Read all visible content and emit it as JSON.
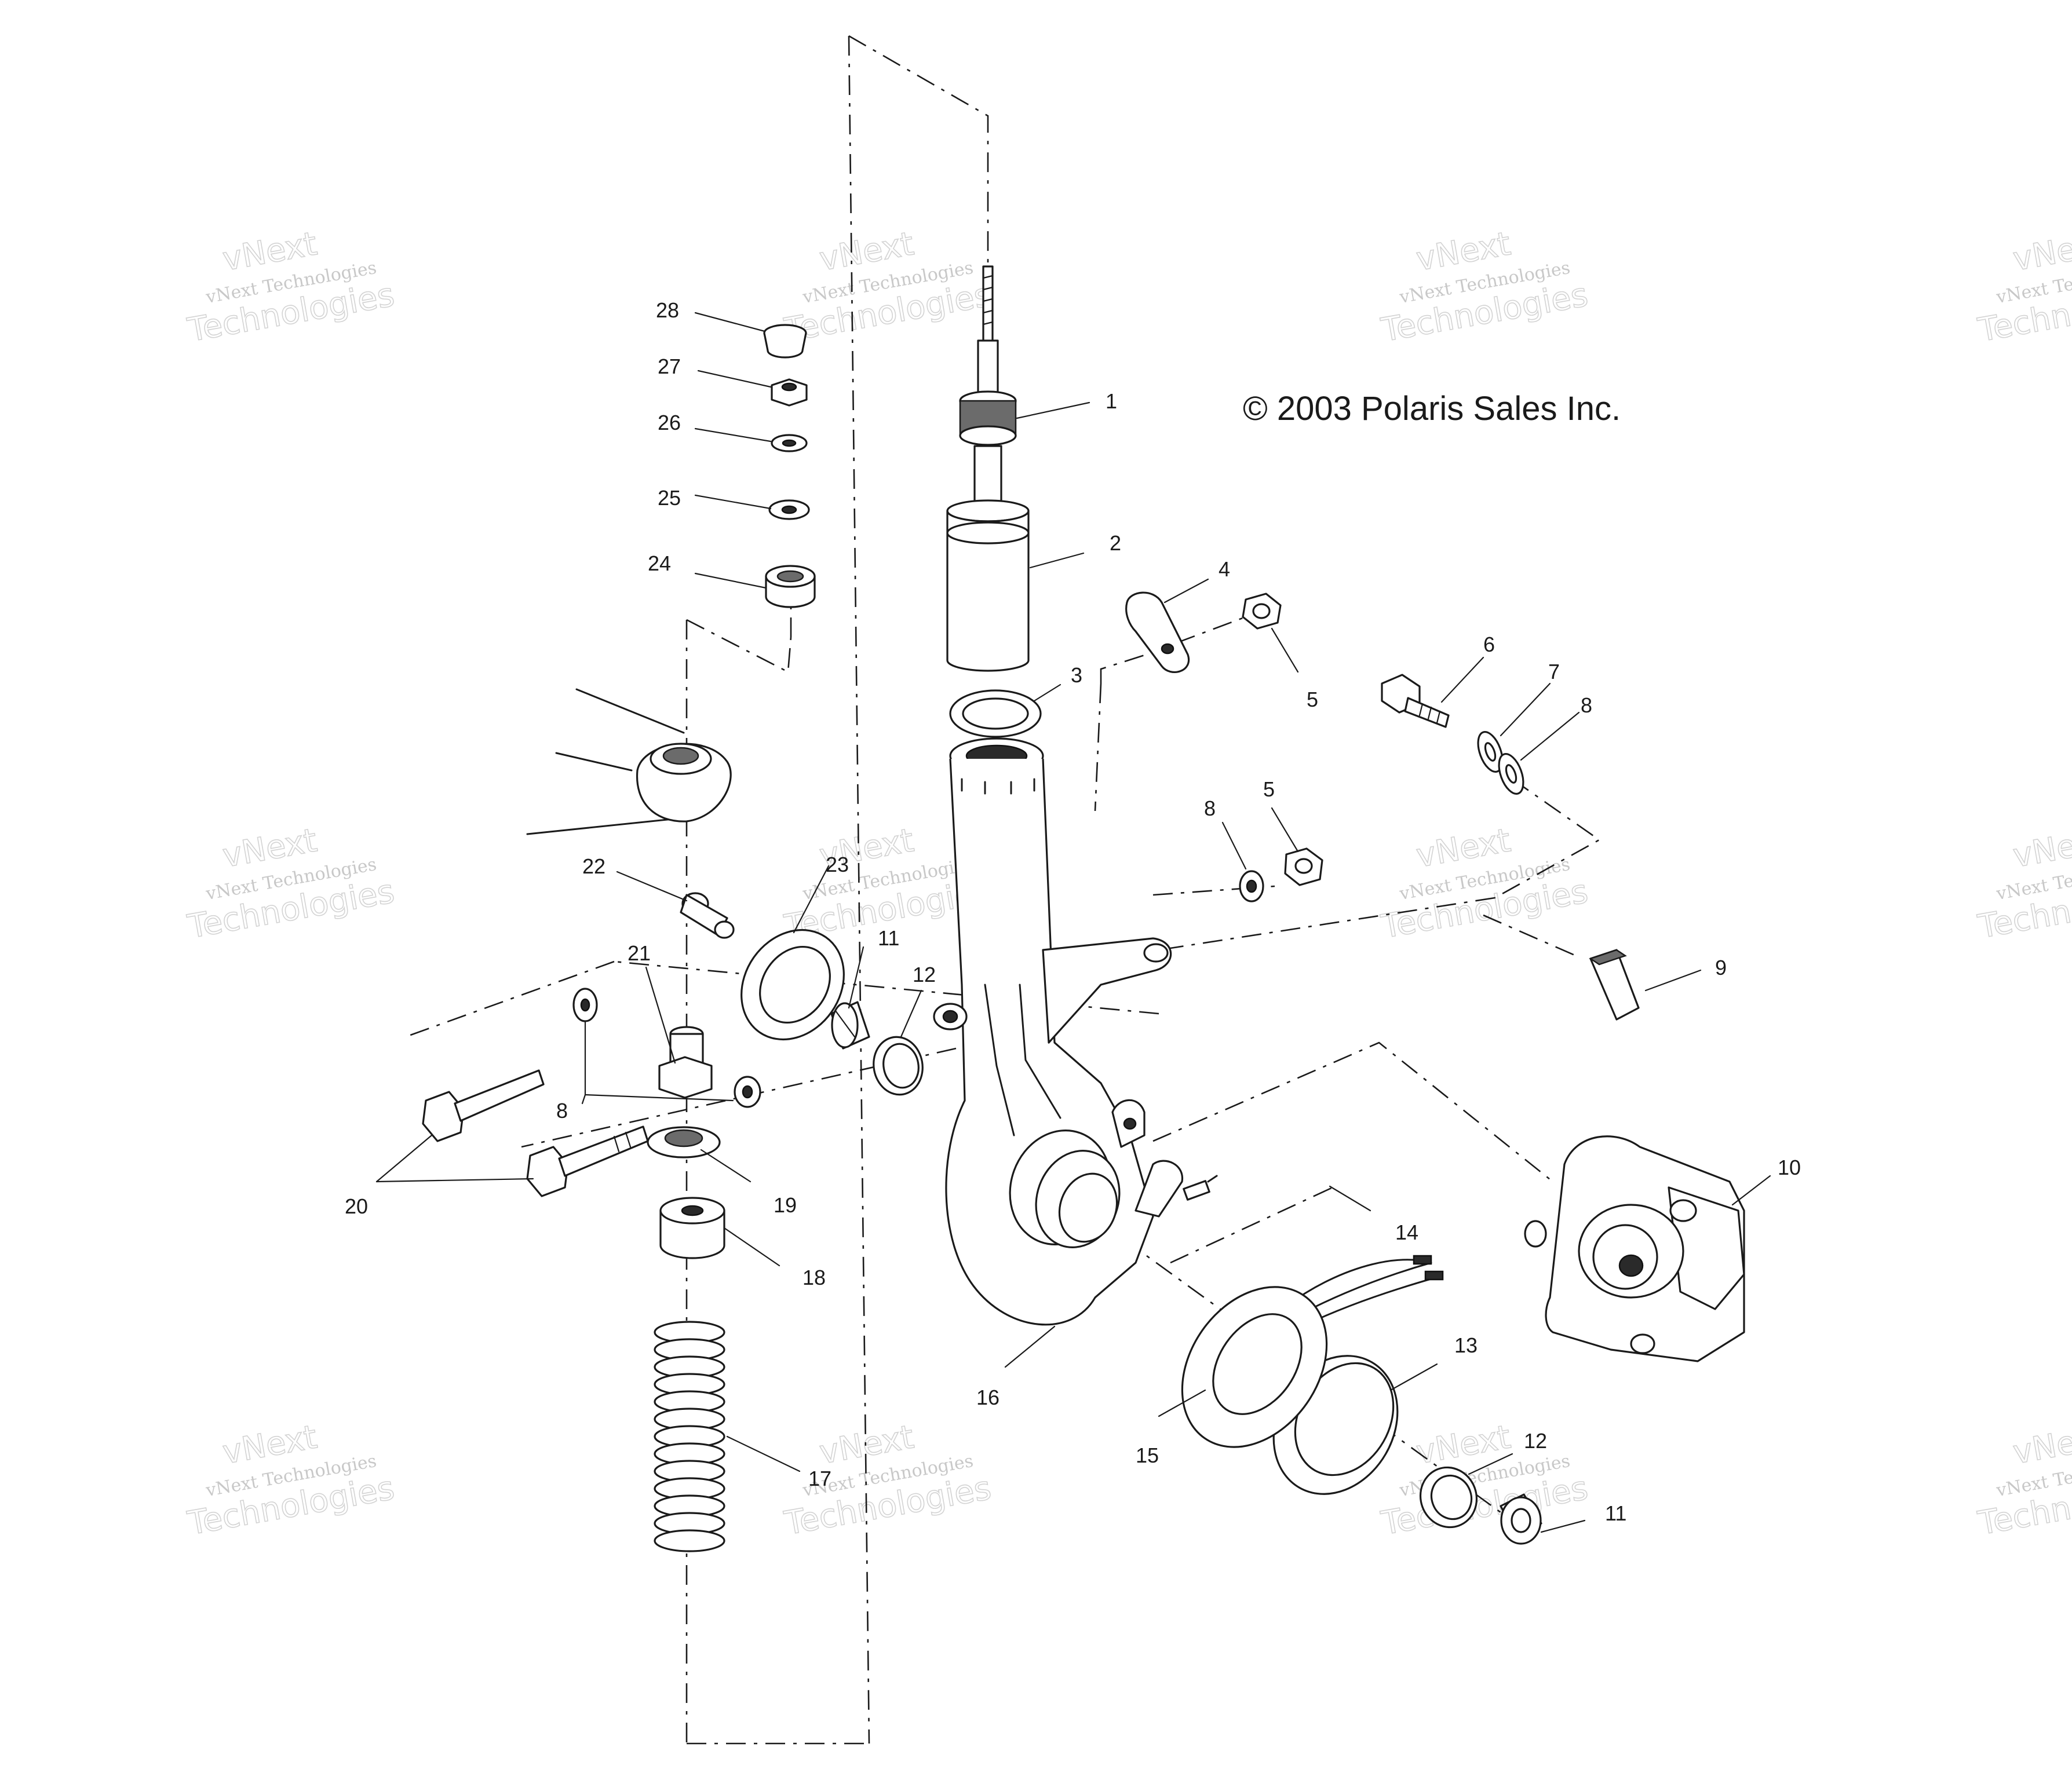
{
  "copyright": "© 2003 Polaris Sales Inc.",
  "watermark": {
    "line_small": "vNext Technologies",
    "line_big_1": "vNext",
    "line_big_2": "Technologies"
  },
  "callouts": [
    {
      "n": "1"
    },
    {
      "n": "2"
    },
    {
      "n": "3"
    },
    {
      "n": "4"
    },
    {
      "n": "5"
    },
    {
      "n": "5"
    },
    {
      "n": "6"
    },
    {
      "n": "7"
    },
    {
      "n": "8"
    },
    {
      "n": "8"
    },
    {
      "n": "8"
    },
    {
      "n": "9"
    },
    {
      "n": "10"
    },
    {
      "n": "11"
    },
    {
      "n": "11"
    },
    {
      "n": "12"
    },
    {
      "n": "12"
    },
    {
      "n": "13"
    },
    {
      "n": "14"
    },
    {
      "n": "15"
    },
    {
      "n": "16"
    },
    {
      "n": "17"
    },
    {
      "n": "18"
    },
    {
      "n": "19"
    },
    {
      "n": "20"
    },
    {
      "n": "21"
    },
    {
      "n": "22"
    },
    {
      "n": "23"
    },
    {
      "n": "24"
    },
    {
      "n": "25"
    },
    {
      "n": "26"
    },
    {
      "n": "27"
    },
    {
      "n": "28"
    }
  ]
}
